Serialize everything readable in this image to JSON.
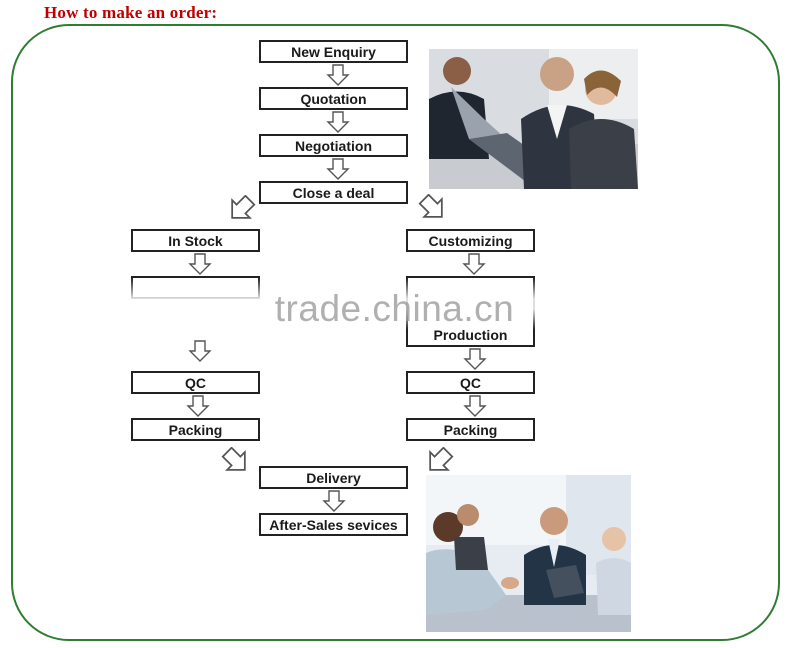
{
  "title": "How to make an order:",
  "watermark": "trade.china.cn",
  "colors": {
    "title": "#c00000",
    "frame": "#2e7d32",
    "box_border": "#222222",
    "arrow": "#555555"
  },
  "steps": {
    "new_enquiry": "New Enquiry",
    "quotation": "Quotation",
    "negotiation": "Negotiation",
    "close_deal": "Close a deal",
    "in_stock": "In Stock",
    "customizing": "Customizing",
    "production": "Production",
    "qc_left": "QC",
    "qc_right": "QC",
    "packing_left": "Packing",
    "packing_right": "Packing",
    "delivery": "Delivery",
    "after_sales": "After-Sales sevices"
  },
  "icons": {
    "down_arrow": "outline-down-arrow-icon",
    "diagonal_arrow": "outline-diagonal-arrow-icon"
  }
}
